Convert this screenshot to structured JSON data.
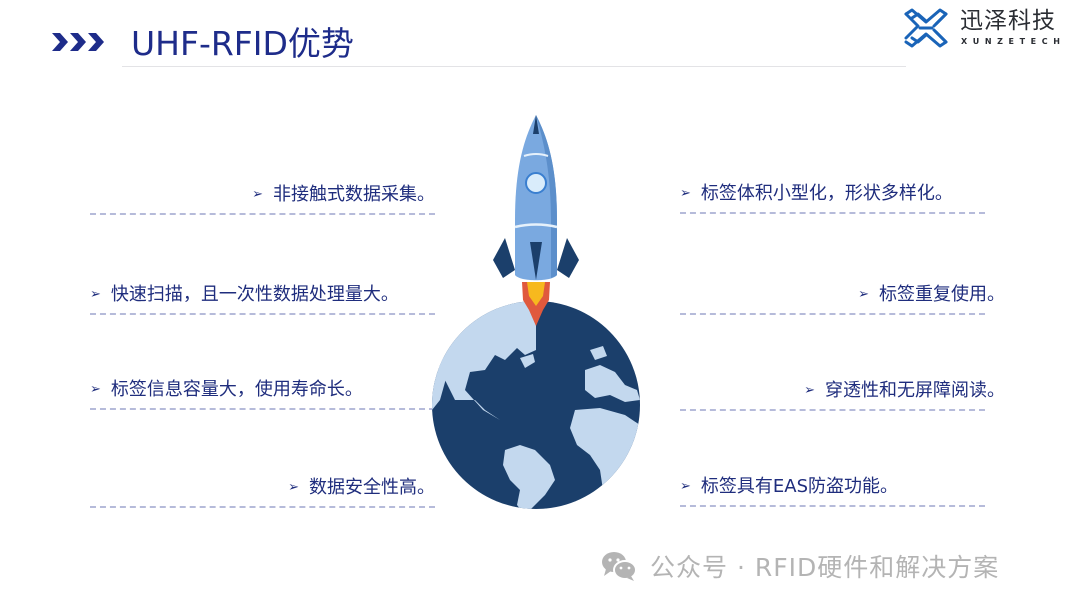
{
  "header": {
    "title": "UHF-RFID优势",
    "accent_color": "#1e2c8a",
    "icon": "triple-chevron-right-icon"
  },
  "logo": {
    "name_cn": "迅泽科技",
    "name_en": "XUNZETECH",
    "mark_color": "#1a64b8",
    "icon": "x-knot-logo-icon"
  },
  "features": {
    "left": [
      {
        "label": "非接触式数据采集。"
      },
      {
        "label": "快速扫描，且一次性数据处理量大。"
      },
      {
        "label": "标签信息容量大，使用寿命长。"
      },
      {
        "label": "数据安全性高。"
      }
    ],
    "right": [
      {
        "label": "标签体积小型化，形状多样化。"
      },
      {
        "label": "标签重复使用。"
      },
      {
        "label": "穿透性和无屏障阅读。"
      },
      {
        "label": "标签具有EAS防盗功能。"
      }
    ],
    "bullet_glyph": "➢",
    "text_color": "#1f2d7d"
  },
  "illustration": {
    "description": "rocket launching from globe",
    "icons": [
      "rocket-icon",
      "globe-icon"
    ]
  },
  "watermark": {
    "text": "公众号 · RFID硬件和解决方案",
    "icon": "wechat-icon"
  }
}
